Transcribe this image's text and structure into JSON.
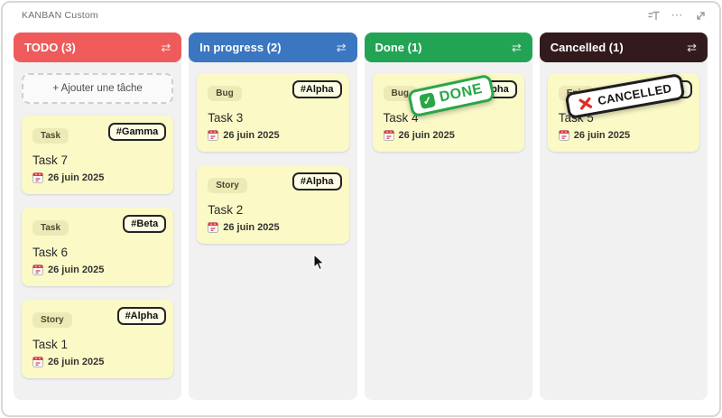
{
  "window": {
    "title": "KANBAN Custom"
  },
  "toolbar": {
    "ellipsis_glyph": "⋯"
  },
  "icons": {
    "swap_glyph": "⇄",
    "check_glyph": "✓"
  },
  "board": {
    "columns": [
      {
        "title": "TODO (3)",
        "header_color": "#ef5b5b",
        "add_task_label": "+ Ajouter une tâche",
        "cards": [
          {
            "tag": "Task",
            "label": "#Gamma",
            "title": "Task 7",
            "date": "26 juin 2025"
          },
          {
            "tag": "Task",
            "label": "#Beta",
            "title": "Task 6",
            "date": "26 juin 2025"
          },
          {
            "tag": "Story",
            "label": "#Alpha",
            "title": "Task 1",
            "date": "26 juin 2025"
          }
        ]
      },
      {
        "title": "In progress (2)",
        "header_color": "#3b76c0",
        "cards": [
          {
            "tag": "Bug",
            "label": "#Alpha",
            "title": "Task 3",
            "date": "26 juin 2025"
          },
          {
            "tag": "Story",
            "label": "#Alpha",
            "title": "Task 2",
            "date": "26 juin 2025"
          }
        ]
      },
      {
        "title": "Done (1)",
        "header_color": "#23a455",
        "cards": [
          {
            "tag": "Bug",
            "label": "#Alpha",
            "title": "Task 4",
            "date": "26 juin 2025",
            "stamp": {
              "text": "DONE",
              "color": "#28a745"
            }
          }
        ]
      },
      {
        "title": "Cancelled (1)",
        "header_color": "#321a1d",
        "cards": [
          {
            "tag": "Epic",
            "label": "#Alpha",
            "title": "Task 5",
            "date": "26 juin 2025",
            "stamp": {
              "text": "CANCELLED",
              "border_color": "#1e1e1e",
              "text_color": "#161616",
              "x_color": "#e02d26"
            }
          }
        ]
      }
    ]
  }
}
